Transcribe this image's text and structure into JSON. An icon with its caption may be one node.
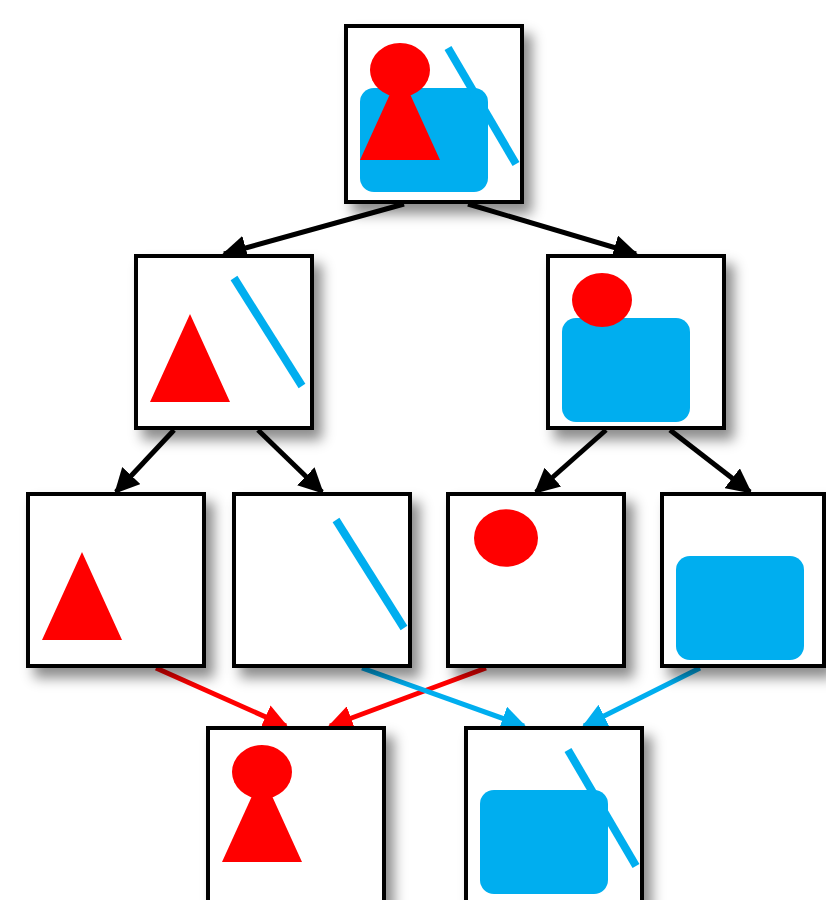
{
  "diagram": {
    "nodes": [
      {
        "text": [],
        "shape": "picture"
      },
      {
        "text": [],
        "shape": "picture"
      },
      {
        "text": [],
        "shape": "picture"
      },
      {
        "text": [],
        "shape": "picture"
      },
      {
        "text": [],
        "shape": "picture"
      },
      {
        "text": [],
        "shape": "picture"
      },
      {
        "text": [],
        "shape": "picture"
      },
      {
        "text": [],
        "shape": "picture"
      },
      {
        "text": [],
        "shape": "picture"
      }
    ],
    "edges": [
      {
        "from": 0,
        "to": 1,
        "arrow": "to"
      },
      {
        "from": 0,
        "to": 2,
        "arrow": "to"
      },
      {
        "from": 1,
        "to": 3,
        "arrow": "to"
      },
      {
        "from": 1,
        "to": 4,
        "arrow": "to"
      },
      {
        "from": 2,
        "to": 5,
        "arrow": "to"
      },
      {
        "from": 2,
        "to": 6,
        "arrow": "to"
      },
      {
        "from": 3,
        "to": 7,
        "arrow": "to",
        "color": "#ff0000"
      },
      {
        "from": 5,
        "to": 7,
        "arrow": "to",
        "color": "#ff0000"
      },
      {
        "from": 4,
        "to": 8,
        "arrow": "to",
        "color": "#00aeef"
      },
      {
        "from": 6,
        "to": 8,
        "arrow": "to",
        "color": "#00aeef"
      }
    ]
  }
}
